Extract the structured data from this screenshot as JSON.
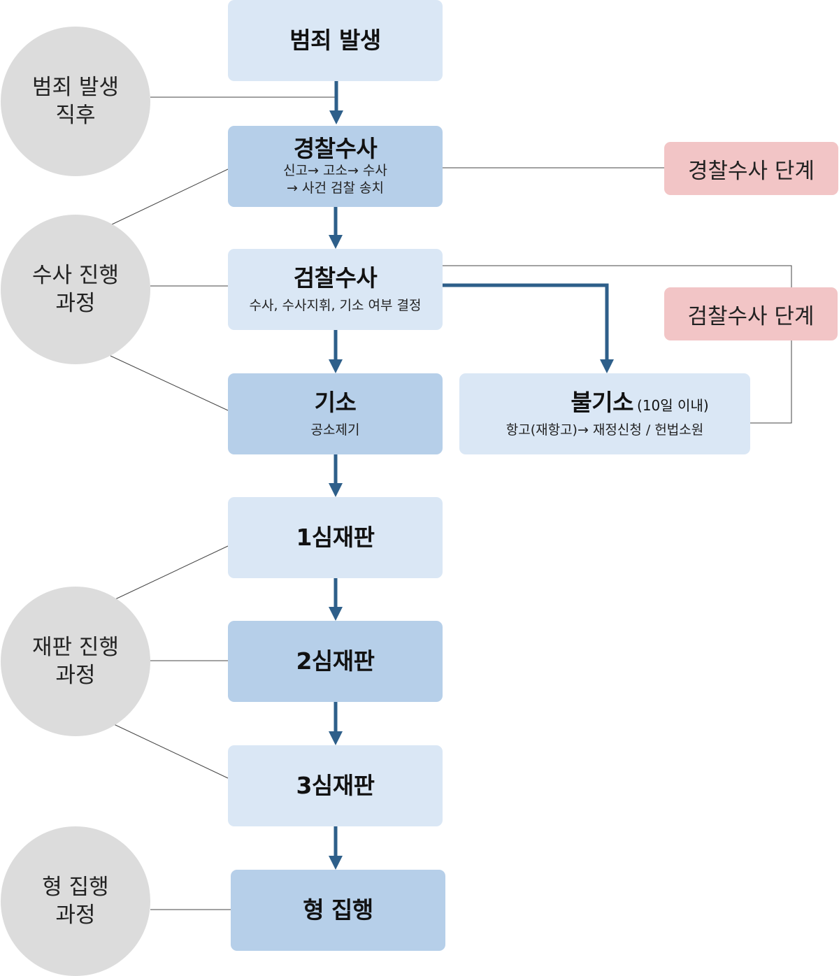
{
  "flow": {
    "crime": {
      "title": "범죄 발생"
    },
    "police": {
      "title": "경찰수사",
      "line1": "신고→ 고소→ 수사",
      "line2": "→ 사건 검찰 송치"
    },
    "prosecution": {
      "title": "검찰수사",
      "sub": "수사, 수사지휘, 기소 여부 결정"
    },
    "indictment": {
      "title": "기소",
      "sub": "공소제기"
    },
    "non_indictment": {
      "title": "불기소",
      "note": "(10일 이내)",
      "sub": "항고(재항고)→ 재정신청 / 헌법소원"
    },
    "trial1": {
      "title": "1심재판"
    },
    "trial2": {
      "title": "2심재판"
    },
    "trial3": {
      "title": "3심재판"
    },
    "execution": {
      "title": "형 집행"
    }
  },
  "phases": {
    "after_crime": {
      "line1": "범죄 발생",
      "line2": "직후"
    },
    "investigation": {
      "line1": "수사 진행",
      "line2": "과정"
    },
    "trial": {
      "line1": "재판 진행",
      "line2": "과정"
    },
    "execution": {
      "line1": "형 집행",
      "line2": "과정"
    }
  },
  "stages": {
    "police_stage": "경찰수사 단계",
    "prosecution_stage": "검찰수사 단계"
  },
  "colors": {
    "arrow": "#2e5f8a",
    "connector": "#444444",
    "box_light": "#dae7f5",
    "box_dark": "#b6cfe9",
    "stage_pink": "#f2c5c6",
    "circle_gray": "#dcdcdc"
  }
}
